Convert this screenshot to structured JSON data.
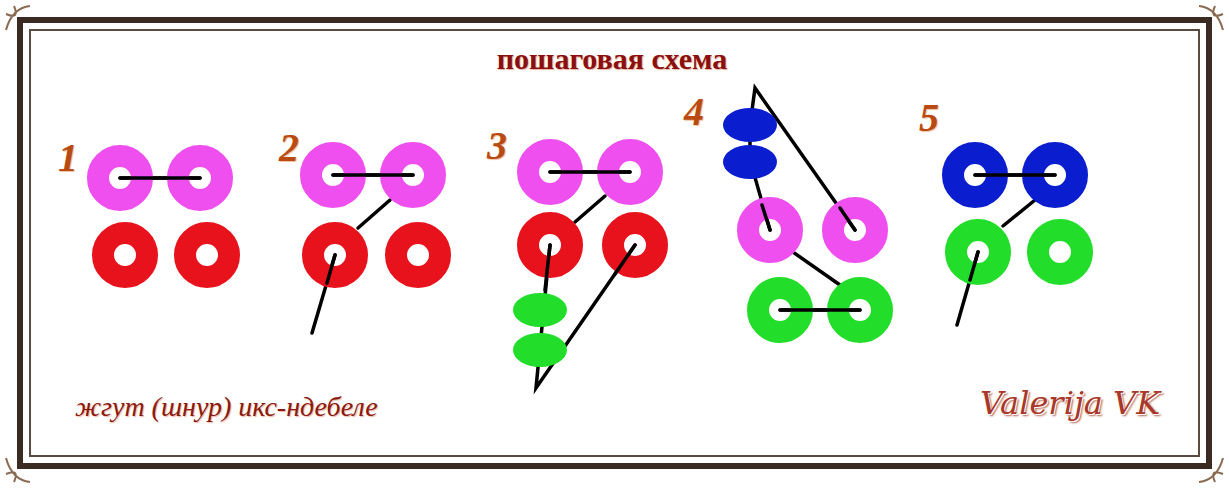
{
  "diagram": {
    "title": "пошаговая схема",
    "caption": "жгут (шнур) икс-ндебеле",
    "labels": [
      "1",
      "2",
      "3",
      "4",
      "5",
      "Valerija VK"
    ]
  }
}
